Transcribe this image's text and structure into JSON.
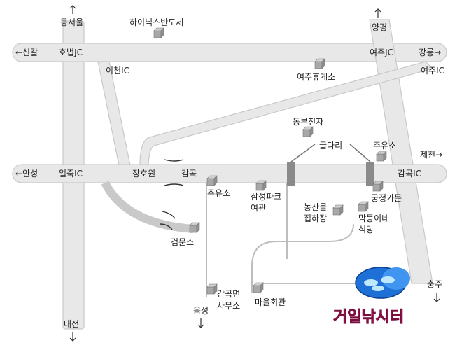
{
  "destinations": {
    "dongseoul": "동서울",
    "singal": "←신갈",
    "yangpyeong": "양평",
    "gangneung": "강릉→",
    "anseong": "←안성",
    "jecheon": "제천→",
    "chungju": "충주",
    "daejeon": "대전",
    "eumseong": "음성"
  },
  "interchanges": {
    "hobeob_jc": "호법JC",
    "yeoju_jc": "여주JC",
    "icheon_ic": "이천IC",
    "yeoju_ic": "여주IC",
    "iljuk_ic": "일죽IC",
    "gamgok_ic": "감곡IC"
  },
  "places": {
    "hynix": "하이닉스반도체",
    "yeoju_rest": "여주휴게소",
    "dongbu": "동부전자",
    "guldari": "굴다리",
    "gas_station_1": "주유소",
    "gas_station_2": "주유소",
    "janghowon": "장호원",
    "gamgok": "감곡",
    "samsung_park_1": "삼성파크",
    "samsung_park_2": "여관",
    "nongsan_1": "농산물",
    "nongsan_2": "집하장",
    "gungjeong": "궁정가든",
    "makdong_1": "막둥이네",
    "makdong_2": "식당",
    "geommunso": "검문소",
    "office_1": "감곡면",
    "office_2": "사무소",
    "village_hall": "마을회관"
  },
  "brand": {
    "name": "거일낚시터"
  },
  "colors": {
    "road_fill": "#e8e8e8",
    "road_edge": "#c9c9c9",
    "underpass": "#8a8a8a",
    "brand_text": "#e0207a",
    "logo_blue": "#1e6fd6"
  }
}
